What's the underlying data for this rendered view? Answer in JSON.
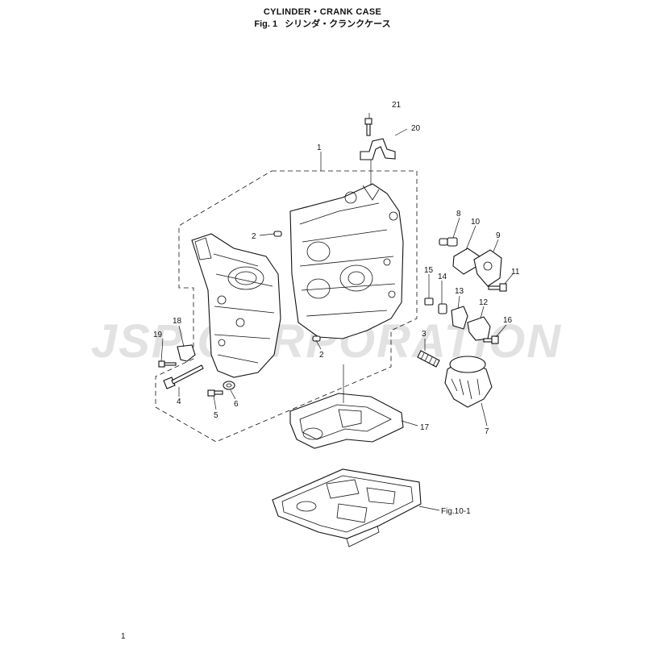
{
  "header": {
    "title": "CYLINDER・CRANK CASE",
    "fig_label": "Fig. 1",
    "title_jp": "シリンダ・クランクケース"
  },
  "watermark": "JSP CORPORATION",
  "callouts": {
    "c1": "1",
    "c2a": "2",
    "c2b": "2",
    "c3": "3",
    "c4": "4",
    "c5": "5",
    "c6": "6",
    "c7": "7",
    "c8": "8",
    "c9": "9",
    "c10": "10",
    "c11": "11",
    "c12": "12",
    "c13": "13",
    "c14": "14",
    "c15": "15",
    "c16": "16",
    "c17": "17",
    "c18": "18",
    "c19": "19",
    "c20": "20",
    "c21": "21",
    "ref": "Fig.10-1"
  },
  "footer": {
    "page_number": "1"
  }
}
